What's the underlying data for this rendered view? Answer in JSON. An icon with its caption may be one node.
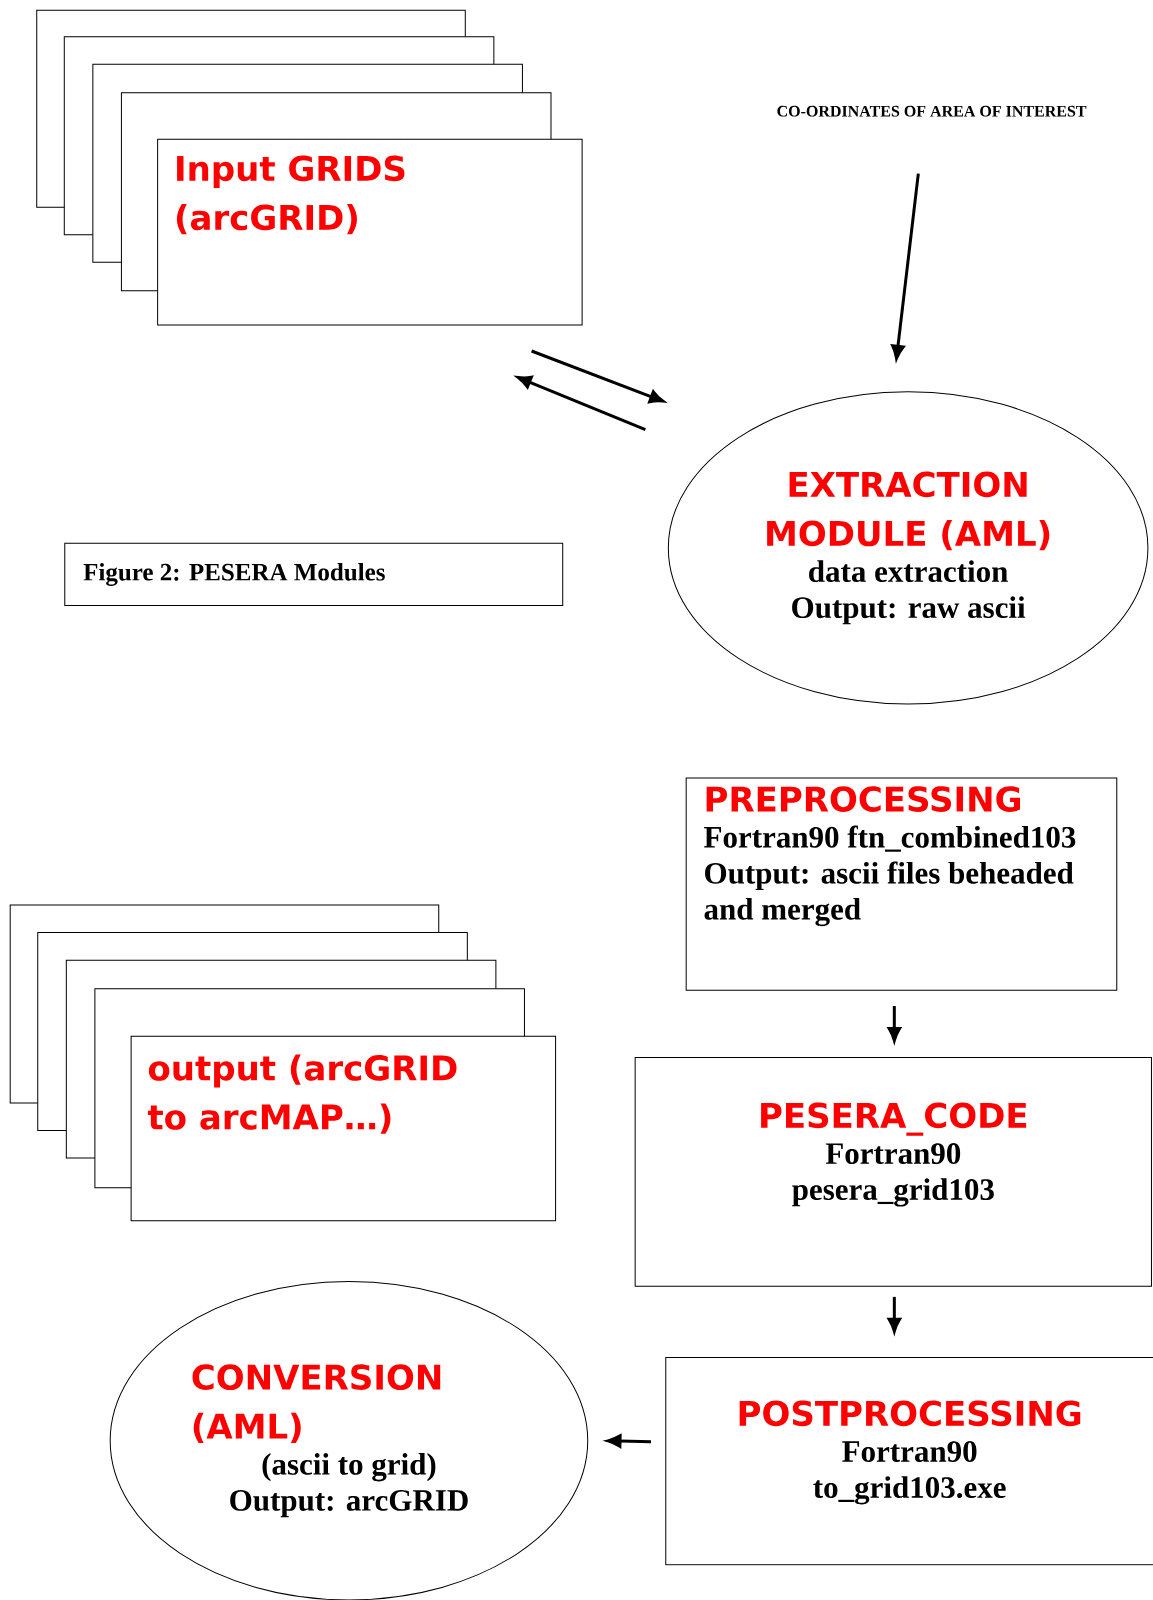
{
  "diagram": {
    "nodes": [
      {
        "text": [
          "Input GRIDS (arcGRID)"
        ]
      },
      {
        "text": [
          "CO-ORDINATES OF AREA OF INTEREST"
        ]
      },
      {
        "text": [
          "EXTRACTION MODULE (AML)",
          "data extraction",
          "Output: raw ascii"
        ]
      },
      {
        "text": [
          "Figure 2: PESERA Modules"
        ]
      },
      {
        "text": [
          "PREPROCESSING",
          "Fortran90 ftn_combined103",
          "Output: ascii files beheaded and merged"
        ]
      },
      {
        "text": [
          "output (arcGRID to arcMAP…)"
        ]
      },
      {
        "text": [
          "PESERA_CODE",
          "Fortran90",
          "pesera_grid103"
        ]
      },
      {
        "text": [
          "POSTPROCESSING",
          "Fortran90",
          "to_grid103.exe"
        ]
      },
      {
        "text": [
          "CONVERSION (AML)",
          "(ascii to grid)",
          "Output: arcGRID"
        ]
      }
    ],
    "edges": [
      {
        "from": 0,
        "to": 2,
        "arrow": "to"
      },
      {
        "from": 2,
        "to": 0,
        "arrow": "to"
      },
      {
        "from": 1,
        "to": 2,
        "arrow": "to"
      },
      {
        "from": 4,
        "to": 6,
        "arrow": "to"
      },
      {
        "from": 6,
        "to": 7,
        "arrow": "to"
      },
      {
        "from": 7,
        "to": 8,
        "arrow": "to"
      }
    ]
  }
}
